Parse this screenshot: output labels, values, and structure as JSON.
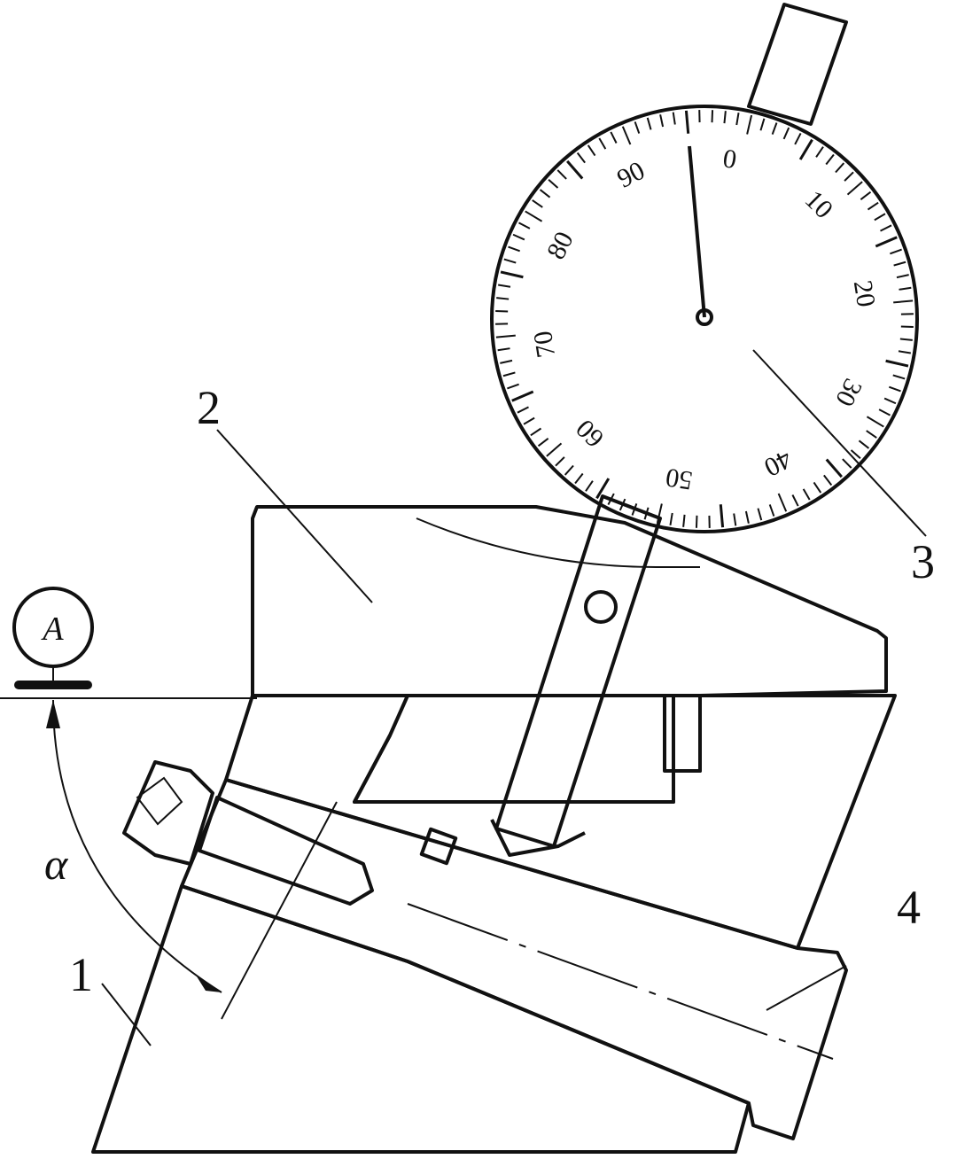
{
  "part_labels": {
    "base": "1",
    "work_block": "2",
    "dial_indicator": "3",
    "wedge_block": "4"
  },
  "angle_symbol": "α",
  "datum": {
    "letter": "A"
  },
  "dial": {
    "numbers": [
      "0",
      "10",
      "20",
      "30",
      "40",
      "50",
      "60",
      "70",
      "80",
      "90"
    ]
  }
}
